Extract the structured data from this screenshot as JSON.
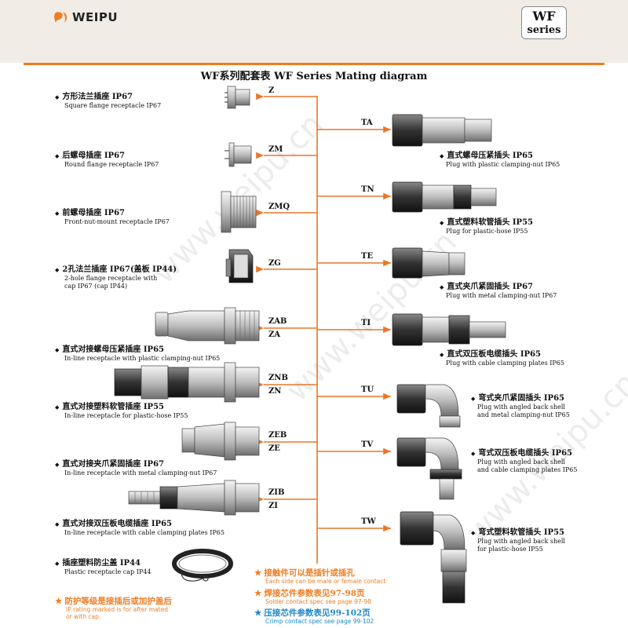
{
  "brand": {
    "name": "WEIPU",
    "badge_top": "WF",
    "badge_bottom": "series"
  },
  "title": "WF系列配套表  WF Series Mating diagram",
  "watermark": "www.weipu.cn",
  "left_items": [
    {
      "code": "Z",
      "cn": "方形法兰插座 IP67",
      "en": "Square flange receptacle IP67",
      "en2": ""
    },
    {
      "code": "ZM",
      "cn": "后螺母插座 IP67",
      "en": "Round flange receptacle IP67",
      "en2": ""
    },
    {
      "code": "ZMQ",
      "cn": "前螺母插座 IP67",
      "en": "Front-nut-mount receptacle IP67",
      "en2": ""
    },
    {
      "code": "ZG",
      "cn": "2孔法兰插座 IP67(盖板 IP44)",
      "en": "2-hole flange receptacle with",
      "en2": "cap IP67 (cap IP44)"
    },
    {
      "code": "ZAB",
      "code2": "ZA",
      "cn": "直式对接螺母压紧插座 IP65",
      "en": "In-line receptacle with plastic clamping-nut IP65",
      "en2": ""
    },
    {
      "code": "ZNB",
      "code2": "ZN",
      "cn": "直式对接塑料软管插座 IP55",
      "en": "In-line receptacle for plastic-hose IP55",
      "en2": ""
    },
    {
      "code": "ZEB",
      "code2": "ZE",
      "cn": "直式对接夹爪紧固插座 IP67",
      "en": "In-line receptacle with metal clamping-nut IP67",
      "en2": ""
    },
    {
      "code": "ZIB",
      "code2": "ZI",
      "cn": "直式对接双压板电缆插座 IP65",
      "en": "In-line receptacle with cable clamping plates IP65",
      "en2": ""
    },
    {
      "code": "",
      "cn": "插座塑料防尘盖 IP44",
      "en": "Plastic receptacle cap IP44",
      "en2": ""
    }
  ],
  "right_items": [
    {
      "code": "TA",
      "cn": "直式螺母压紧插头 IP65",
      "en": "Plug with plastic clamping-nut IP65",
      "en2": ""
    },
    {
      "code": "TN",
      "cn": "直式塑料软管插头 IP55",
      "en": "Plug for plastic-hose IP55",
      "en2": ""
    },
    {
      "code": "TE",
      "cn": "直式夹爪紧固插头 IP67",
      "en": "Plug with metal clamping-nut IP67",
      "en2": ""
    },
    {
      "code": "TI",
      "cn": "直式双压板电缆插头 IP65",
      "en": "Plug with cable clamping plates IP65",
      "en2": ""
    },
    {
      "code": "TU",
      "cn": "弯式夹爪紧固插头 IP65",
      "en": "Plug with angled back shell",
      "en2": "and metal clamping-nut IP65"
    },
    {
      "code": "TV",
      "cn": "弯式双压板电缆插头 IP65",
      "en": "Plug with angled back shell",
      "en2": "and cable clamping plates IP65"
    },
    {
      "code": "TW",
      "cn": "弯式塑料软管插头 IP55",
      "en": "Plug with angled back shell",
      "en2": "for plastic-hose IP55"
    }
  ],
  "notes": {
    "ip": {
      "cn": "防护等级是接插后或加护盖后",
      "en": "IP rating marked is for after mated",
      "en2": "or with cap."
    },
    "contact": {
      "cn": "接触件可以是插针或插孔",
      "en": "Each side can be male or female contact"
    },
    "solder": {
      "cn": "焊接芯件参数表见97-98页",
      "en": "Solder contact spec see page 97-98"
    },
    "crimp": {
      "cn": "压接芯件参数表见99-102页",
      "en": "Crimp contact spec see page 99-102"
    }
  },
  "colors": {
    "accent": "#ef7d22",
    "crimp": "#1e88c8",
    "line": "#e8772a"
  }
}
